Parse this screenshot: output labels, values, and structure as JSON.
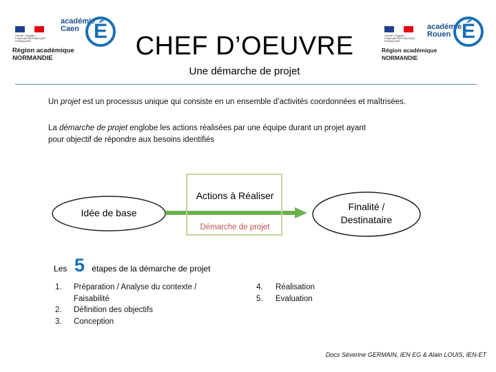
{
  "colors": {
    "accent_blue": "#1a6fb5",
    "arrow_green": "#6ab04c",
    "box_border": "#c3d69b",
    "rule": "#5b7fb0"
  },
  "logo_left": {
    "rf_text": "Liberté • Égalité • Fraternité RÉPUBLIQUE FRANÇAISE",
    "region_line1": "Région académique",
    "region_line2": "NORMANDIE",
    "academie": "académie",
    "city": "Caen",
    "letter": "É"
  },
  "logo_right": {
    "rf_text": "Liberté • Égalité • Fraternité RÉPUBLIQUE FRANÇAISE",
    "region_line1": "Région académique",
    "region_line2": "NORMANDIE",
    "academie": "académie",
    "city": "Rouen",
    "letter": "É"
  },
  "header": {
    "title": "CHEF D’OEUVRE",
    "subtitle": "Une démarche de projet"
  },
  "definitions": {
    "p1_em": "projet",
    "p1_pre": "Un ",
    "p1_post": " est un processus unique qui consiste en un ensemble d’activités coordonnées et maîtrisées.",
    "p2_pre": "La ",
    "p2_em": "démarche de projet",
    "p2_post": " englobe les actions réalisées par une équipe durant un projet ayant",
    "p2_line2": "pour objectif de répondre aux besoins identifiés"
  },
  "diagram": {
    "idea": "Idée de base",
    "actions": "Actions à Réaliser",
    "approach": "Démarche de projet",
    "final_line1": "Finalité /",
    "final_line2": "Destinataire"
  },
  "steps": {
    "les": "Les",
    "number": "5",
    "label": "étapes de la démarche de projet",
    "items_left": [
      {
        "num": "1.",
        "line1": "Préparation / Analyse du contexte /",
        "line2": "Faisabilité"
      },
      {
        "num": "2.",
        "line1": "Définition des objectifs",
        "line2": ""
      },
      {
        "num": "3.",
        "line1": "Conception",
        "line2": ""
      }
    ],
    "items_right": [
      {
        "num": "4.",
        "line1": "Réalisation"
      },
      {
        "num": "5.",
        "line1": "Evaluation"
      }
    ]
  },
  "footer": "Docs Séverine GERMAIN, IEN EG & Alain LOUIS, IEN-ET"
}
